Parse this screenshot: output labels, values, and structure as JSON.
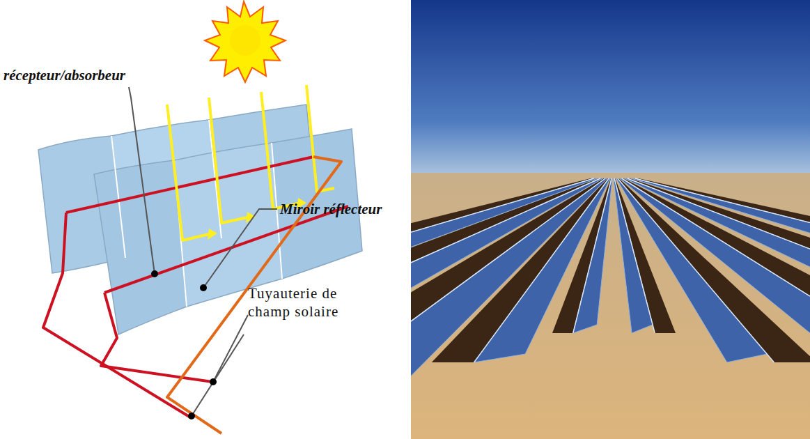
{
  "diagram": {
    "labels": [
      "récepteur/absorbeur",
      "Miroir réflecteur",
      "Tuyauterie de champ solaire"
    ]
  }
}
